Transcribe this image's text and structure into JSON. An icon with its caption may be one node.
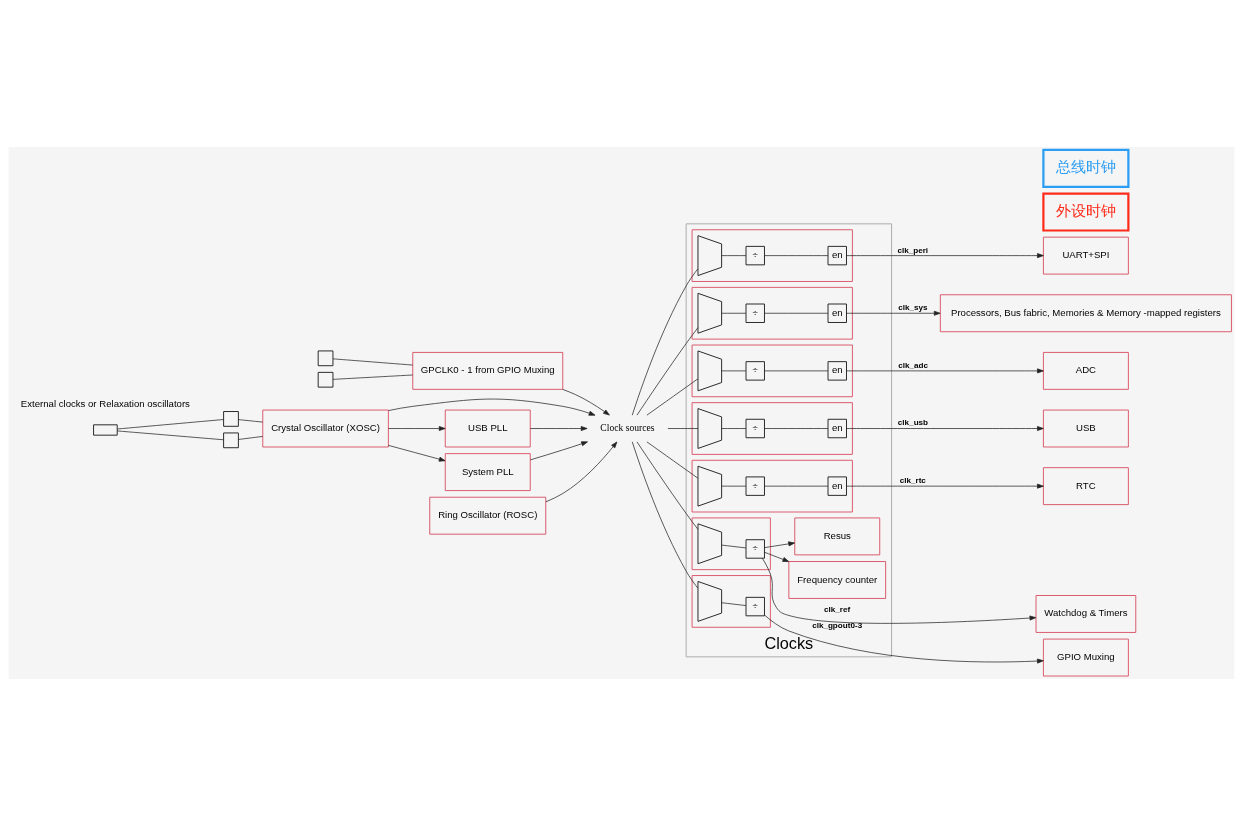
{
  "diagram": {
    "nodes": [
      {
        "text": [],
        "shape": "box"
      },
      {
        "text": [],
        "shape": "box"
      },
      {
        "text": [],
        "shape": "box"
      },
      {
        "text": [],
        "shape": "box"
      },
      {
        "text": [],
        "shape": "box"
      },
      {
        "text": [
          "GPCLK0 - 1 from GPIO Muxing"
        ]
      },
      {
        "text": [
          "USB PLL"
        ]
      },
      {
        "text": [
          "System PLL"
        ]
      },
      {
        "text": [
          "Crystal Oscillator (XOSC)"
        ]
      },
      {
        "text": [
          "Ring Oscillator (ROSC)"
        ]
      },
      {
        "text": [
          "Clock sources"
        ]
      },
      {
        "text": [
          "Clocks"
        ]
      },
      {
        "text": [],
        "shape": "box",
        "in": 11
      },
      {
        "text": [],
        "shape": "trapezium",
        "in": 12
      },
      {
        "text": [
          "÷"
        ],
        "in": 12
      },
      {
        "text": [],
        "shape": "box",
        "in": 11
      },
      {
        "text": [],
        "shape": "trapezium",
        "in": 15
      },
      {
        "text": [
          "÷"
        ],
        "in": 15
      },
      {
        "text": [
          "en"
        ],
        "in": 15
      },
      {
        "text": [],
        "shape": "box",
        "in": 11
      },
      {
        "text": [],
        "shape": "trapezium",
        "in": 19
      },
      {
        "text": [
          "÷"
        ],
        "in": 19
      },
      {
        "text": [
          "en"
        ],
        "in": 19
      },
      {
        "text": [],
        "shape": "box",
        "in": 11
      },
      {
        "text": [],
        "shape": "trapezium",
        "in": 23
      },
      {
        "text": [
          "÷"
        ],
        "in": 23
      },
      {
        "text": [
          "en"
        ],
        "in": 23
      },
      {
        "text": [],
        "shape": "box",
        "in": 11
      },
      {
        "text": [],
        "shape": "trapezium",
        "in": 27
      },
      {
        "text": [
          "÷"
        ],
        "in": 27
      },
      {
        "text": [
          "en"
        ],
        "in": 27
      },
      {
        "text": [],
        "shape": "box",
        "in": 11
      },
      {
        "text": [],
        "shape": "trapezium",
        "in": 31
      },
      {
        "text": [
          "÷"
        ],
        "in": 31
      },
      {
        "text": [
          "en"
        ],
        "in": 31
      },
      {
        "text": [],
        "shape": "box",
        "in": 11
      },
      {
        "text": [],
        "shape": "trapezium",
        "in": 35
      },
      {
        "text": [
          "÷"
        ],
        "in": 35
      },
      {
        "text": [
          "Frequency counter"
        ],
        "in": 11
      },
      {
        "text": [
          "Resus"
        ],
        "in": 11
      },
      {
        "text": [
          "GPIO Muxing"
        ]
      },
      {
        "text": [
          "ADC"
        ]
      },
      {
        "text": [
          "USB"
        ]
      },
      {
        "text": [
          "RTC"
        ]
      },
      {
        "text": [
          "UART+SPI"
        ]
      },
      {
        "text": [
          "Processors, Bus fabric, Memories & Memory -mapped registers"
        ]
      },
      {
        "text": [
          "Watchdog & Timers"
        ]
      },
      {
        "text": [
          "外设时钟"
        ]
      },
      {
        "text": [
          "总线时钟"
        ]
      }
    ],
    "edges": [
      {
        "from": 0,
        "to": 5,
        "arrow": "none"
      },
      {
        "from": 1,
        "to": 5,
        "arrow": "none"
      },
      {
        "from": 2,
        "to": 3,
        "arrow": "none"
      },
      {
        "from": 2,
        "to": 4,
        "arrow": "none"
      },
      {
        "from": 3,
        "to": 8,
        "arrow": "none"
      },
      {
        "from": 4,
        "to": 8,
        "arrow": "none"
      },
      {
        "from": 5,
        "to": 10,
        "arrow": "to"
      },
      {
        "from": 6,
        "to": 10,
        "arrow": "to"
      },
      {
        "from": 7,
        "to": 10,
        "arrow": "to"
      },
      {
        "from": 8,
        "to": 10,
        "arrow": "to"
      },
      {
        "from": 9,
        "to": 10,
        "arrow": "to"
      },
      {
        "from": 8,
        "to": 6,
        "arrow": "to"
      },
      {
        "from": 8,
        "to": 7,
        "arrow": "to"
      },
      {
        "from": 10,
        "to": 13,
        "arrow": "none"
      },
      {
        "from": 10,
        "to": 16,
        "arrow": "none"
      },
      {
        "from": 10,
        "to": 20,
        "arrow": "none"
      },
      {
        "from": 10,
        "to": 24,
        "arrow": "none"
      },
      {
        "from": 10,
        "to": 28,
        "arrow": "none"
      },
      {
        "from": 10,
        "to": 32,
        "arrow": "none"
      },
      {
        "from": 10,
        "to": 36,
        "arrow": "none"
      },
      {
        "from": 13,
        "to": 14,
        "arrow": "none"
      },
      {
        "from": 14,
        "to": 40,
        "arrow": "to",
        "label": "clk_gpout0-3"
      },
      {
        "from": 16,
        "to": 17,
        "arrow": "none"
      },
      {
        "from": 17,
        "to": 18,
        "arrow": "none"
      },
      {
        "from": 18,
        "to": 41,
        "arrow": "to",
        "label": "clk_adc"
      },
      {
        "from": 20,
        "to": 21,
        "arrow": "none"
      },
      {
        "from": 21,
        "to": 22,
        "arrow": "none"
      },
      {
        "from": 22,
        "to": 42,
        "arrow": "to",
        "label": "clk_usb"
      },
      {
        "from": 24,
        "to": 25,
        "arrow": "none"
      },
      {
        "from": 25,
        "to": 26,
        "arrow": "none"
      },
      {
        "from": 26,
        "to": 43,
        "arrow": "to",
        "label": "clk_rtc"
      },
      {
        "from": 28,
        "to": 29,
        "arrow": "none"
      },
      {
        "from": 29,
        "to": 30,
        "arrow": "none"
      },
      {
        "from": 30,
        "to": 44,
        "arrow": "to",
        "label": "clk_peri"
      },
      {
        "from": 32,
        "to": 33,
        "arrow": "none"
      },
      {
        "from": 33,
        "to": 34,
        "arrow": "none"
      },
      {
        "from": 34,
        "to": 45,
        "arrow": "to",
        "label": "clk_sys"
      },
      {
        "from": 36,
        "to": 37,
        "arrow": "none"
      },
      {
        "from": 37,
        "to": 46,
        "arrow": "to",
        "label": "clk_ref"
      },
      {
        "from": 37,
        "to": 38,
        "arrow": "to"
      },
      {
        "from": 37,
        "to": 39,
        "arrow": "to"
      }
    ],
    "labels": [
      "External clocks or Relaxation oscillators"
    ]
  }
}
